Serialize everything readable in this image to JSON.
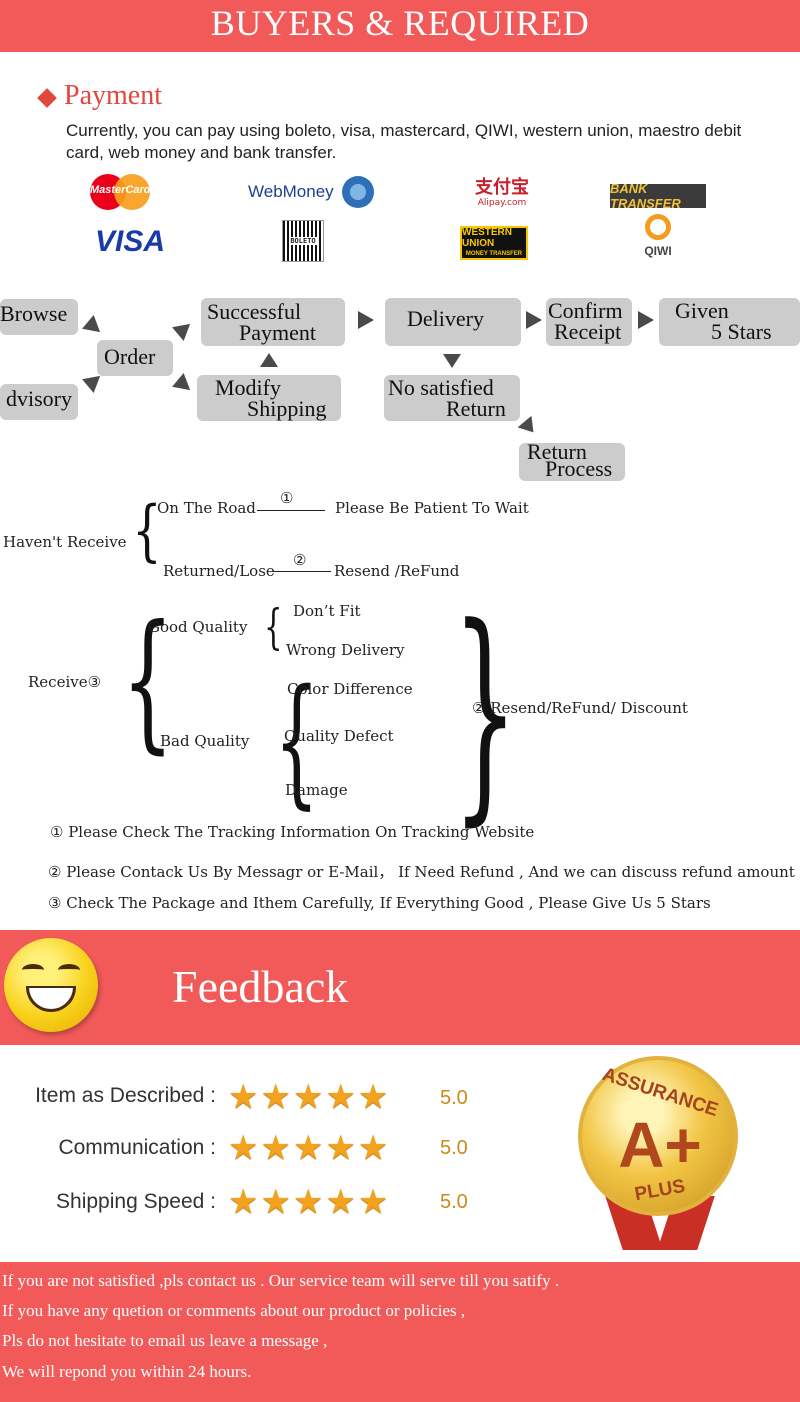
{
  "header": {
    "title": "BUYERS & REQUIRED"
  },
  "payment": {
    "title": "Payment",
    "description": "Currently, you can pay using boleto, visa, mastercard, QIWI, western union, maestro debit card, web money and bank transfer.",
    "logos": {
      "mastercard": "MasterCard",
      "visa": "VISA",
      "webmoney": "WebMoney",
      "boleto": "BOLETO",
      "alipay_cn": "支付宝",
      "alipay": "Alipay.com",
      "western_union": "WESTERN UNION",
      "western_union_sub": "MONEY TRANSFER",
      "bank_transfer": "BANK TRANSFER",
      "qiwi": "QIWI"
    }
  },
  "flow": {
    "browse": "Browse",
    "advisory": "dvisory",
    "order": "Order",
    "successful_payment_1": "Successful",
    "successful_payment_2": "Payment",
    "modify_shipping_1": "Modify",
    "modify_shipping_2": "Shipping",
    "delivery": "Delivery",
    "no_satisfied_1": "No satisfied",
    "no_satisfied_2": "Return",
    "confirm_receipt_1": "Confirm",
    "confirm_receipt_2": "Receipt",
    "given_stars_1": "Given",
    "given_stars_2": "5 Stars",
    "return_process_1": "Return",
    "return_process_2": "Process"
  },
  "not_received": {
    "label": "Haven't Receive",
    "on_road": "On The Road",
    "num1": "①",
    "wait": "Please Be Patient To Wait",
    "returned": "Returned/Lose",
    "num2": "②",
    "resend": "Resend /ReFund"
  },
  "received": {
    "label": "Receive③",
    "good_quality": "Good Quality",
    "dont_fit": "Don’t Fit",
    "wrong_delivery": "Wrong Delivery",
    "bad_quality": "Bad Quality",
    "color_difference": "Color Difference",
    "quality_defect": "Quality Defect",
    "damage": "Damage",
    "result": "② Resend/ReFund/ Discount"
  },
  "notes": [
    "① Please Check The Tracking Information On Tracking Website",
    "② Please Contack Us By Messagr or E-Mail， If Need Refund , And we can discuss refund amount",
    "③ Check The Package and Ithem Carefully, If Everything Good , Please Give Us 5 Stars"
  ],
  "feedback": {
    "title": "Feedback",
    "ratings": [
      {
        "label": "Item as Described :",
        "score": "5.0",
        "stars": 5
      },
      {
        "label": "Communication :",
        "score": "5.0",
        "stars": 5
      },
      {
        "label": "Shipping Speed :",
        "score": "5.0",
        "stars": 5
      }
    ],
    "medal": {
      "top": "ASSURANCE",
      "grade": "A+",
      "bottom": "PLUS"
    }
  },
  "footer": [
    "If you are not satisfied ,pls contact us . Our service team will serve till you satify .",
    "If you have any quetion or comments about our product or policies ,",
    "Pls do not hesitate to email us leave a message ,",
    "We will repond you within 24 hours."
  ],
  "colors": {
    "banner": "#f15a58",
    "payment_title": "#e0473f",
    "star": "#f3a21e",
    "box": "#cccccc"
  }
}
